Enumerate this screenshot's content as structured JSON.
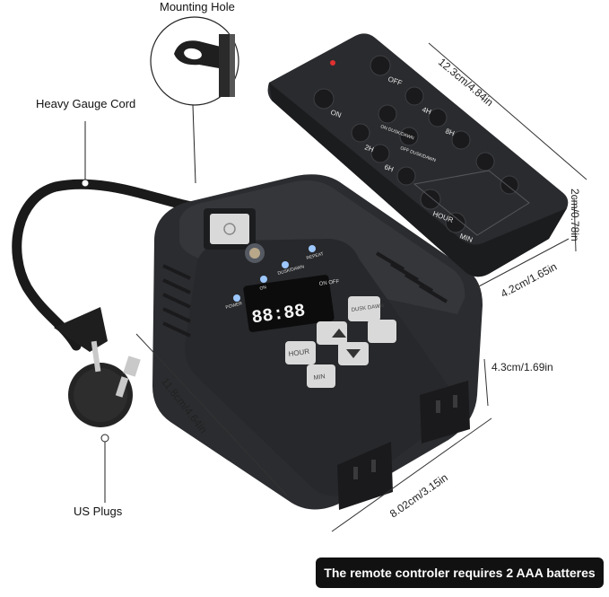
{
  "labels": {
    "mounting_hole": "Mounting Hole",
    "heavy_gauge_cord": "Heavy Gauge Cord",
    "us_plugs": "US Plugs"
  },
  "dimensions": {
    "remote_length": "12.3cm/4.84in",
    "remote_thickness": "2cm/0.78in",
    "remote_width": "4.2cm/1.65in",
    "timer_outlet_depth": "4.3cm/1.69in",
    "timer_height": "11.8cm/4.64in",
    "timer_width": "8.02cm/3.15in"
  },
  "remote_buttons": {
    "on": "ON",
    "off": "OFF",
    "h2": "2H",
    "h4": "4H",
    "h6": "6H",
    "h8": "8H",
    "on_dusk_dawn": "ON DUSK/DAWN",
    "off_dusk_dawn": "OFF DUSK/DAWN",
    "hour": "HOUR",
    "min": "MIN"
  },
  "timer_panel": {
    "indicators": [
      "POWER",
      "ON",
      "DUSK/DAWN",
      "REPEAT"
    ],
    "display": "88:88",
    "on_off": "ON OFF",
    "buttons": {
      "dusk_dawn": "DUSK DAWN",
      "hour": "HOUR",
      "min": "MIN"
    }
  },
  "banner_text": "The remote controler requires 2 AAA batteres",
  "colors": {
    "device_body": "#2b2c2f",
    "device_dark": "#1c1d1f",
    "button_gray": "#d9d9d9",
    "led_blue": "#9cc8ff",
    "banner": "#111111"
  }
}
